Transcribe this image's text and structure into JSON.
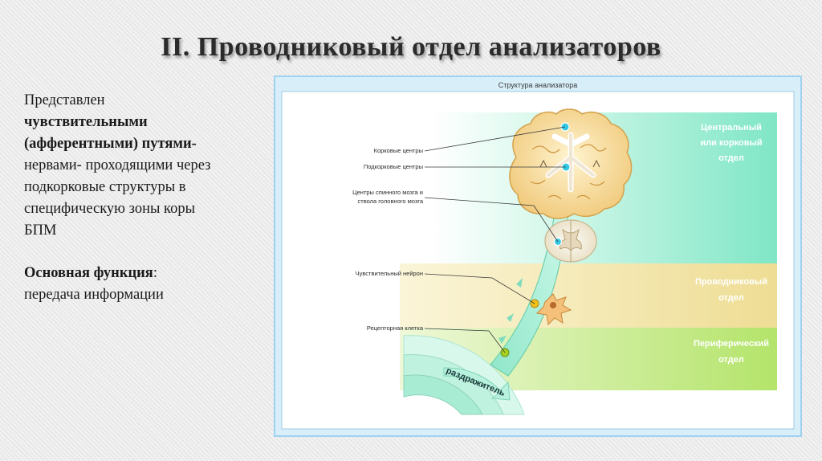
{
  "slide": {
    "title": "II. Проводниковый отдел анализаторов"
  },
  "text": {
    "line1": "Представлен",
    "line2": "чувствительными",
    "line3": "(афферентными) путями-",
    "line4": "нервами- проходящими через",
    "line5": "подкорковые структуры в",
    "line6": "специфическую зоны коры",
    "line7": "БПМ",
    "function_label": "Основная функция",
    "function_colon": ":",
    "function_text": "передача информации"
  },
  "figure": {
    "title": "Структура анализатора",
    "labels": {
      "cortical_centers": "Корковые центры",
      "subcortical_centers": "Подкорковые центры",
      "spinal_centers_1": "Центры спинного мозга и",
      "spinal_centers_2": "ствола головного мозга",
      "sensory_neuron": "Чувствительный нейрон",
      "receptor_cell": "Рецепторная клетка",
      "stimulus": "раздражитель"
    },
    "zones": {
      "central_1": "Центральный",
      "central_2": "или корковый",
      "central_3": "отдел",
      "conductive_1": "Проводниковый",
      "conductive_2": "отдел",
      "peripheral_1": "Периферический",
      "peripheral_2": "отдел"
    },
    "colors": {
      "central_zone": "#aaf0d8",
      "conductive_zone": "#f0e4a4",
      "peripheral_zone": "#c8ec92",
      "pathway": "#b4f0dc",
      "brain": "#f6dca0"
    }
  }
}
